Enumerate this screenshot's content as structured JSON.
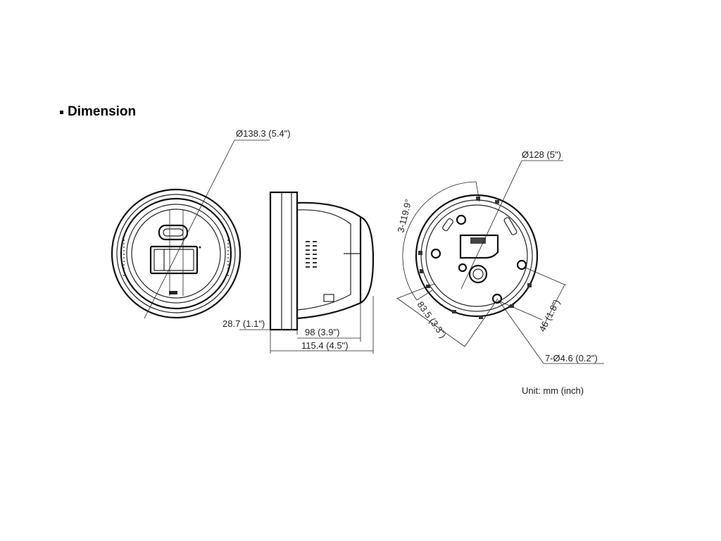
{
  "heading": {
    "title": "Dimension"
  },
  "dimensions": {
    "front_diameter": "Ø138.3 (5.4\")",
    "side_height": "28.7 (1.1\")",
    "side_depth": "98 (3.9\")",
    "side_total_depth": "115.4 (4.5\")",
    "base_diameter": "Ø128 (5\")",
    "base_angle": "3-119.9°",
    "base_hole_distance": "83.5 (3.3\")",
    "base_width": "46 (1.8\")",
    "base_holes": "7-Ø4.6 (0.2\")"
  },
  "unit_note": "Unit: mm (inch)"
}
